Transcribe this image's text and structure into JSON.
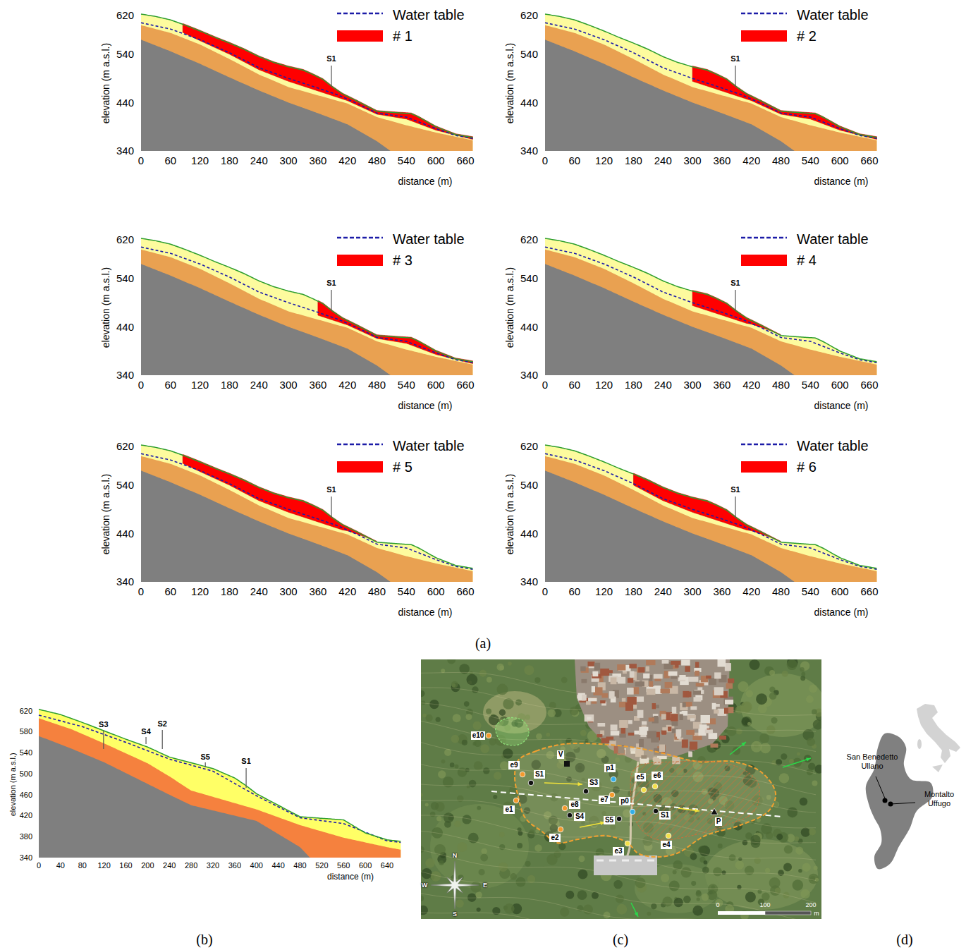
{
  "diagram": {
    "labels": [
      "620",
      "540",
      "440",
      "340",
      "0",
      "60",
      "120",
      "180",
      "240",
      "300",
      "360",
      "420",
      "480",
      "540",
      "600",
      "660",
      "elevation (m a.s.l.)",
      "distance (m)",
      "S1",
      "620",
      "540",
      "440",
      "340",
      "0",
      "60",
      "120",
      "180",
      "240",
      "300",
      "360",
      "420",
      "480",
      "540",
      "600",
      "660",
      "elevation (m a.s.l.)",
      "distance (m)",
      "S1",
      "620",
      "540",
      "440",
      "340",
      "0",
      "60",
      "120",
      "180",
      "240",
      "300",
      "360",
      "420",
      "480",
      "540",
      "600",
      "660",
      "elevation (m a.s.l.)",
      "distance (m)",
      "S1",
      "620",
      "540",
      "440",
      "340",
      "0",
      "60",
      "120",
      "180",
      "240",
      "300",
      "360",
      "420",
      "480",
      "540",
      "600",
      "660",
      "elevation (m a.s.l.)",
      "distance (m)",
      "S1",
      "620",
      "540",
      "440",
      "340",
      "0",
      "60",
      "120",
      "180",
      "240",
      "300",
      "360",
      "420",
      "480",
      "540",
      "600",
      "660",
      "elevation (m a.s.l.)",
      "distance (m)",
      "S1",
      "620",
      "540",
      "440",
      "340",
      "0",
      "60",
      "120",
      "180",
      "240",
      "300",
      "360",
      "420",
      "480",
      "540",
      "600",
      "660",
      "elevation (m a.s.l.)",
      "distance (m)",
      "S1",
      "(a)",
      "620",
      "580",
      "540",
      "500",
      "460",
      "420",
      "380",
      "340",
      "0",
      "40",
      "80",
      "120",
      "160",
      "200",
      "240",
      "280",
      "320",
      "360",
      "400",
      "440",
      "480",
      "520",
      "560",
      "600",
      "640",
      "elevation (m a.s.l.)",
      "distance (m)",
      "S3",
      "S4",
      "S2",
      "S5",
      "S1",
      "(b)",
      "e10",
      "e9",
      "V",
      "S1",
      "S3",
      "p1",
      "e5",
      "e6",
      "e1",
      "e7",
      "p0",
      "e8",
      "S4",
      "S5",
      "S1",
      "P",
      "e2",
      "e3",
      "e4",
      "0",
      "100",
      "200",
      "m",
      "N",
      "W",
      "E",
      "S",
      "(c)",
      "San Benedetto Ullano",
      "Montalto Uffugo",
      "(d)"
    ],
    "legend": [
      {
        "text": "Water table"
      },
      {
        "text": "# 1",
        "color": "#ff0000"
      },
      {
        "text": "Water table"
      },
      {
        "text": "# 2",
        "color": "#ff0000"
      },
      {
        "text": "Water table"
      },
      {
        "text": "# 3",
        "color": "#ff0000"
      },
      {
        "text": "Water table"
      },
      {
        "text": "# 4",
        "color": "#ff0000"
      },
      {
        "text": "Water table"
      },
      {
        "text": "# 5",
        "color": "#ff0000"
      },
      {
        "text": "Water table"
      },
      {
        "text": "# 6",
        "color": "#ff0000"
      }
    ]
  }
}
